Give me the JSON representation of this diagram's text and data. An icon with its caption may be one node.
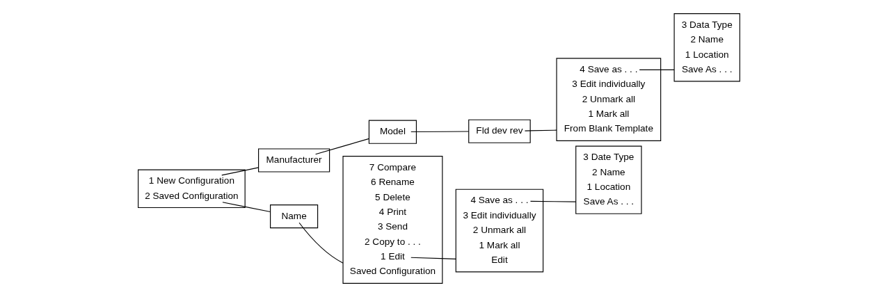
{
  "diagram": {
    "nodes": [
      {
        "text": [],
        "shape": "bar"
      },
      {
        "text": [
          "1 New Configuration"
        ],
        "in": 0
      },
      {
        "text": [
          "2 Saved Configuration"
        ],
        "in": 0
      },
      {
        "text": [],
        "shape": "bar"
      },
      {
        "text": [
          "Manufacturer"
        ],
        "in": 3
      },
      {
        "text": [],
        "shape": "bar"
      },
      {
        "text": [
          "Model"
        ],
        "in": 5
      },
      {
        "text": [],
        "shape": "bar"
      },
      {
        "text": [
          "Fld dev rev"
        ],
        "in": 7
      },
      {
        "text": [],
        "shape": "bar"
      },
      {
        "text": [
          "From Blank Template"
        ],
        "in": 9
      },
      {
        "text": [
          "1 Mark all"
        ],
        "in": 9
      },
      {
        "text": [
          "2 Unmark all"
        ],
        "in": 9
      },
      {
        "text": [
          "3 Edit individually"
        ],
        "in": 9
      },
      {
        "text": [
          "4 Save as . . ."
        ],
        "in": 9
      },
      {
        "text": [],
        "shape": "bar"
      },
      {
        "text": [
          "Save As . . ."
        ],
        "in": 15
      },
      {
        "text": [
          "1 Location"
        ],
        "in": 15
      },
      {
        "text": [
          "2 Name"
        ],
        "in": 15
      },
      {
        "text": [
          "3 Data Type"
        ],
        "in": 15
      },
      {
        "text": [],
        "shape": "bar"
      },
      {
        "text": [
          "Name"
        ],
        "in": 20
      },
      {
        "text": [],
        "shape": "bar"
      },
      {
        "text": [
          "Saved Configuration"
        ],
        "in": 22
      },
      {
        "text": [
          "1 Edit"
        ],
        "in": 22
      },
      {
        "text": [
          "2 Copy to . . ."
        ],
        "in": 22
      },
      {
        "text": [
          "3 Send"
        ],
        "in": 22
      },
      {
        "text": [
          "4 Print"
        ],
        "in": 22
      },
      {
        "text": [
          "5 Delete"
        ],
        "in": 22
      },
      {
        "text": [
          "6 Rename"
        ],
        "in": 22
      },
      {
        "text": [
          "7 Compare"
        ],
        "in": 22
      },
      {
        "text": [],
        "shape": "bar"
      },
      {
        "text": [
          "Edit"
        ],
        "in": 31
      },
      {
        "text": [
          "1 Mark all"
        ],
        "in": 31
      },
      {
        "text": [
          "2 Unmark all"
        ],
        "in": 31
      },
      {
        "text": [
          "3 Edit individually"
        ],
        "in": 31
      },
      {
        "text": [
          "4 Save as . . ."
        ],
        "in": 31
      },
      {
        "text": [],
        "shape": "bar"
      },
      {
        "text": [
          "Save As . . ."
        ],
        "in": 37
      },
      {
        "text": [
          "1 Location"
        ],
        "in": 37
      },
      {
        "text": [
          "2 Name"
        ],
        "in": 37
      },
      {
        "text": [
          "3 Date Type"
        ],
        "in": 37
      }
    ],
    "edges": [
      {
        "from": 1,
        "to": 3,
        "arrow": "none"
      },
      {
        "from": 4,
        "to": 5,
        "arrow": "none"
      },
      {
        "from": 6,
        "to": 7,
        "arrow": "none"
      },
      {
        "from": 8,
        "to": 9,
        "arrow": "none"
      },
      {
        "from": 14,
        "to": 15,
        "arrow": "none"
      },
      {
        "from": 2,
        "to": 20,
        "arrow": "none"
      },
      {
        "from": 21,
        "to": 22,
        "arrow": "none"
      },
      {
        "from": 24,
        "to": 31,
        "arrow": "none"
      },
      {
        "from": 36,
        "to": 37,
        "arrow": "none"
      }
    ]
  }
}
